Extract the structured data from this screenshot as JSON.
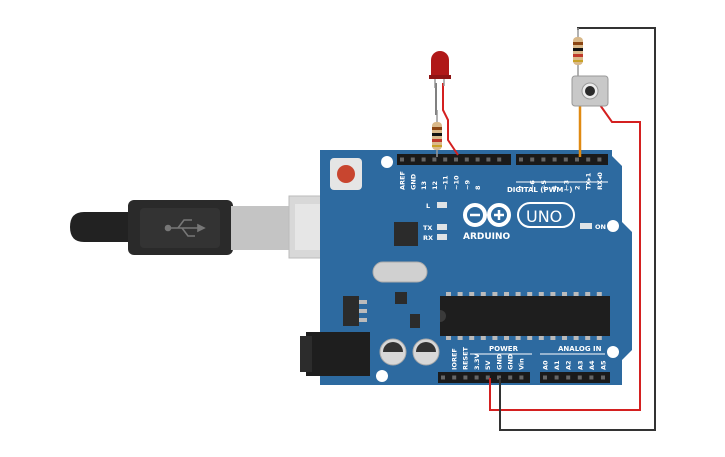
{
  "board": {
    "brand": "ARDUINO",
    "model": "UNO",
    "digital_header": "DIGITAL (PWM~)",
    "power_header": "POWER",
    "analog_header": "ANALOG IN",
    "led_l": "L",
    "led_tx": "TX",
    "led_rx": "RX",
    "led_on": "ON",
    "digital_pins": [
      "AREF",
      "GND",
      "13",
      "12",
      "~11",
      "~10",
      "~9",
      "8",
      "7",
      "~6",
      "~5",
      "4",
      "~3",
      "2",
      "TX▸1",
      "RX◂0"
    ],
    "power_pins": [
      "IOREF",
      "RESET",
      "3.3V",
      "5V",
      "GND",
      "GND",
      "Vin"
    ],
    "analog_pins": [
      "A0",
      "A1",
      "A2",
      "A3",
      "A4",
      "A5"
    ]
  },
  "colors": {
    "board": "#2d6aa0",
    "board_dark": "#1f4f7a",
    "wire_red": "#d42020",
    "wire_black": "#333333",
    "wire_orange": "#e08a12",
    "led": "#b01818"
  }
}
